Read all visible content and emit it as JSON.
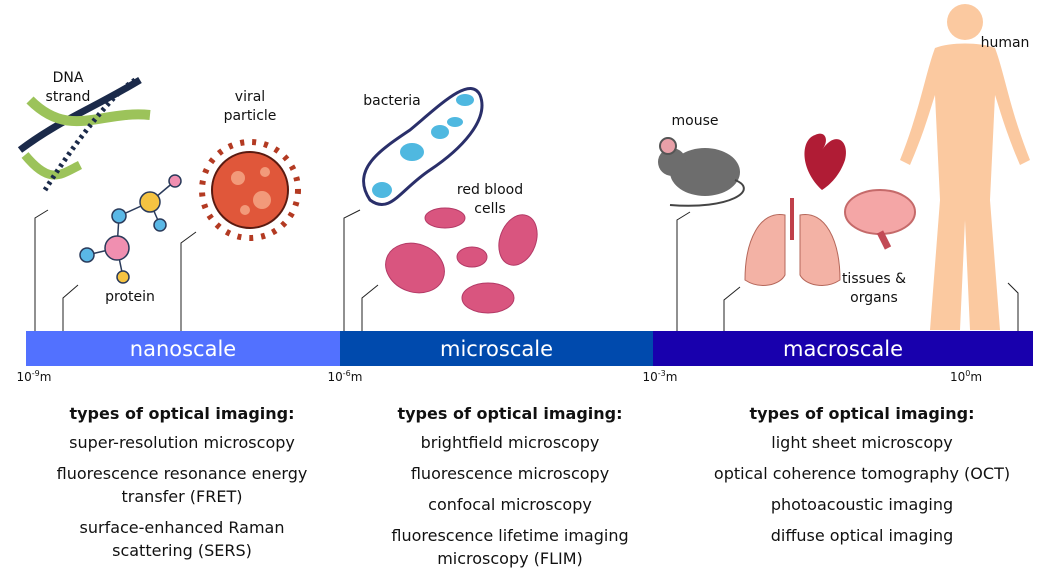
{
  "labels": {
    "dna": "DNA\nstrand",
    "protein": "protein",
    "viral": "viral\nparticle",
    "bacteria": "bacteria",
    "rbc": "red blood\ncells",
    "mouse": "mouse",
    "tissues": "tissues &\norgans",
    "human": "human"
  },
  "scales": [
    {
      "label": "nanoscale",
      "color": "#5271ff"
    },
    {
      "label": "microscale",
      "color": "#004aad"
    },
    {
      "label": "macroscale",
      "color": "#1800ad"
    }
  ],
  "ticks": [
    {
      "base": "10",
      "exp": "-9",
      "unit": "m"
    },
    {
      "base": "10",
      "exp": "-6",
      "unit": "m"
    },
    {
      "base": "10",
      "exp": "-3",
      "unit": "m"
    },
    {
      "base": "10",
      "exp": "0",
      "unit": "m"
    }
  ],
  "columns": [
    {
      "heading": "types of optical imaging:",
      "items": [
        "super-resolution microscopy",
        "fluorescence resonance energy transfer (FRET)",
        "surface-enhanced Raman scattering (SERS)"
      ]
    },
    {
      "heading": "types of optical imaging:",
      "items": [
        "brightfield microscopy",
        "fluorescence microscopy",
        "confocal microscopy",
        "fluorescence lifetime imaging microscopy (FLIM)"
      ]
    },
    {
      "heading": "types of optical imaging:",
      "items": [
        "light sheet microscopy",
        "optical coherence tomography (OCT)",
        "photoacoustic imaging",
        "diffuse optical imaging"
      ]
    }
  ]
}
